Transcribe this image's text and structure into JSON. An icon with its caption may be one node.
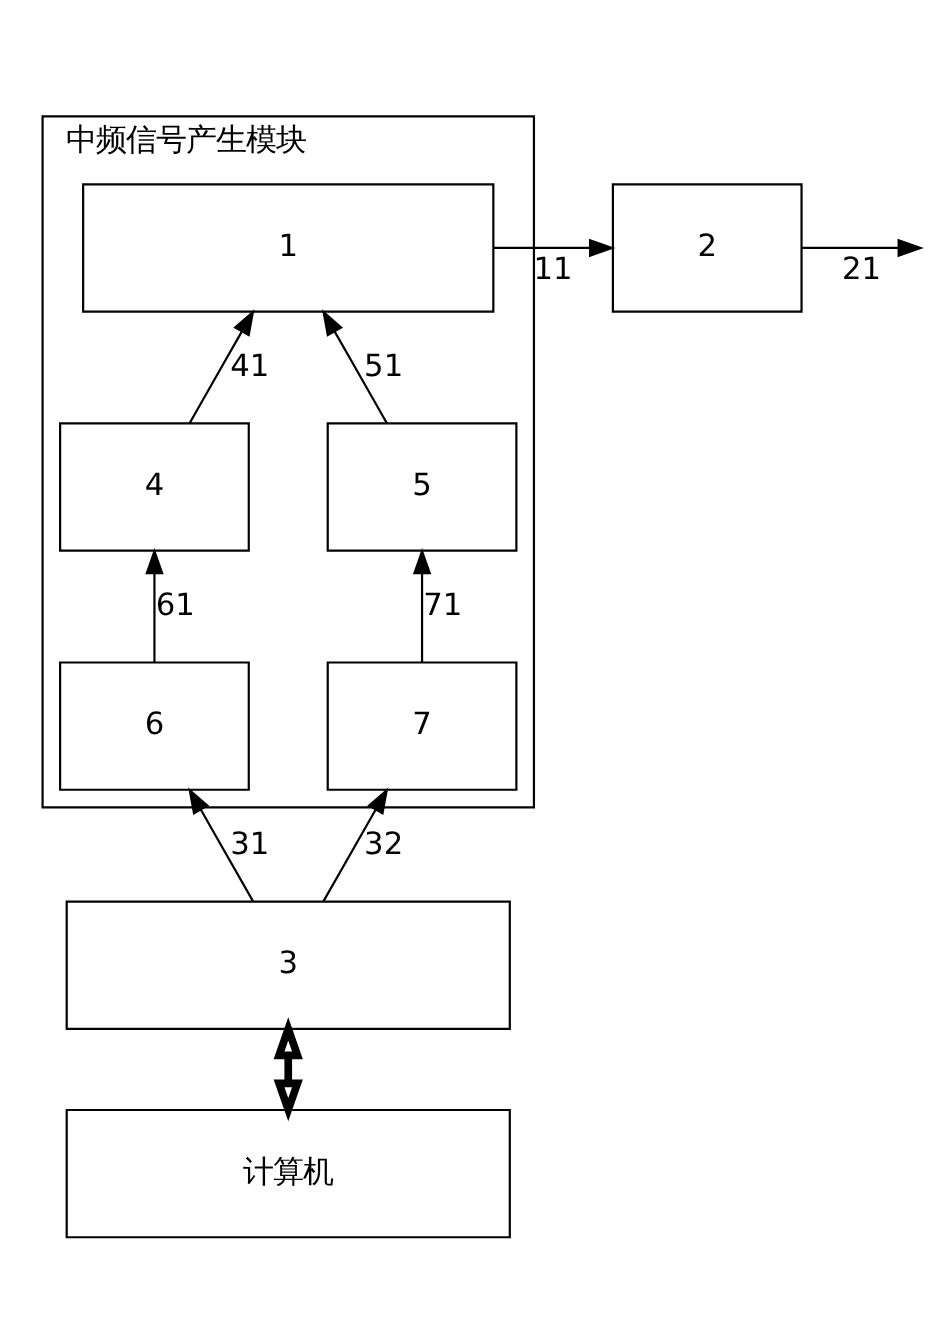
{
  "diagram": {
    "nodes": [
      {
        "text": [
          "中频信号产生模块"
        ]
      },
      {
        "text": [
          "1"
        ],
        "in": 0
      },
      {
        "text": [
          "4"
        ],
        "in": 0
      },
      {
        "text": [
          "5"
        ],
        "in": 0
      },
      {
        "text": [
          "6"
        ],
        "in": 0
      },
      {
        "text": [
          "7"
        ],
        "in": 0
      },
      {
        "text": [
          "2"
        ]
      },
      {
        "text": [
          "3"
        ]
      },
      {
        "text": [
          "计算机"
        ]
      }
    ],
    "edges": [
      {
        "from": 2,
        "to": 1,
        "arrow": "to",
        "label": "41"
      },
      {
        "from": 3,
        "to": 1,
        "arrow": "to",
        "label": "51"
      },
      {
        "from": 4,
        "to": 2,
        "arrow": "to",
        "label": "61"
      },
      {
        "from": 5,
        "to": 3,
        "arrow": "to",
        "label": "71"
      },
      {
        "from": 7,
        "to": 4,
        "arrow": "to",
        "label": "31"
      },
      {
        "from": 7,
        "to": 5,
        "arrow": "to",
        "label": "32"
      },
      {
        "from": 1,
        "to": 6,
        "arrow": "to",
        "label": "11"
      },
      {
        "from": 6,
        "to": null,
        "arrow": "to",
        "label": "21"
      },
      {
        "from": 7,
        "to": 8,
        "arrow": "both",
        "style": "thick"
      }
    ]
  }
}
